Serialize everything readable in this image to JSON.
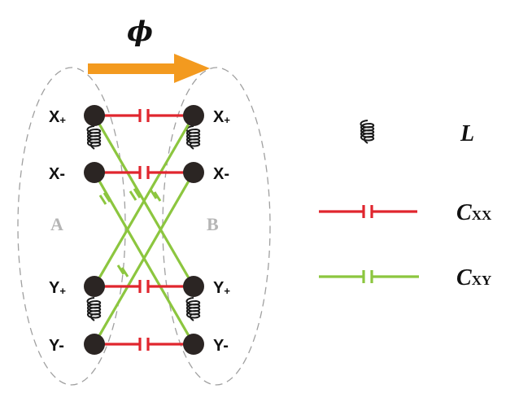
{
  "diagram": {
    "phase_symbol": "ϕ",
    "groups": {
      "left": "A",
      "right": "B"
    },
    "nodes": {
      "x_plus": {
        "main": "X",
        "sub": "+"
      },
      "x_minus": {
        "main": "X",
        "sub": "-"
      },
      "y_plus": {
        "main": "Y",
        "sub": "+"
      },
      "y_minus": {
        "main": "Y",
        "sub": "-"
      }
    },
    "legend": {
      "inductor": {
        "symbol": "L",
        "sub": ""
      },
      "cxx": {
        "symbol": "C",
        "sub": "XX"
      },
      "cxy": {
        "symbol": "C",
        "sub": "XY"
      }
    },
    "colors": {
      "arrow": "#f39a1f",
      "cxx": "#e0262e",
      "cxy": "#8cc63f",
      "node": "#2b2523",
      "coil": "#1a1a1a",
      "ellipse": "#a0a0a0"
    }
  }
}
